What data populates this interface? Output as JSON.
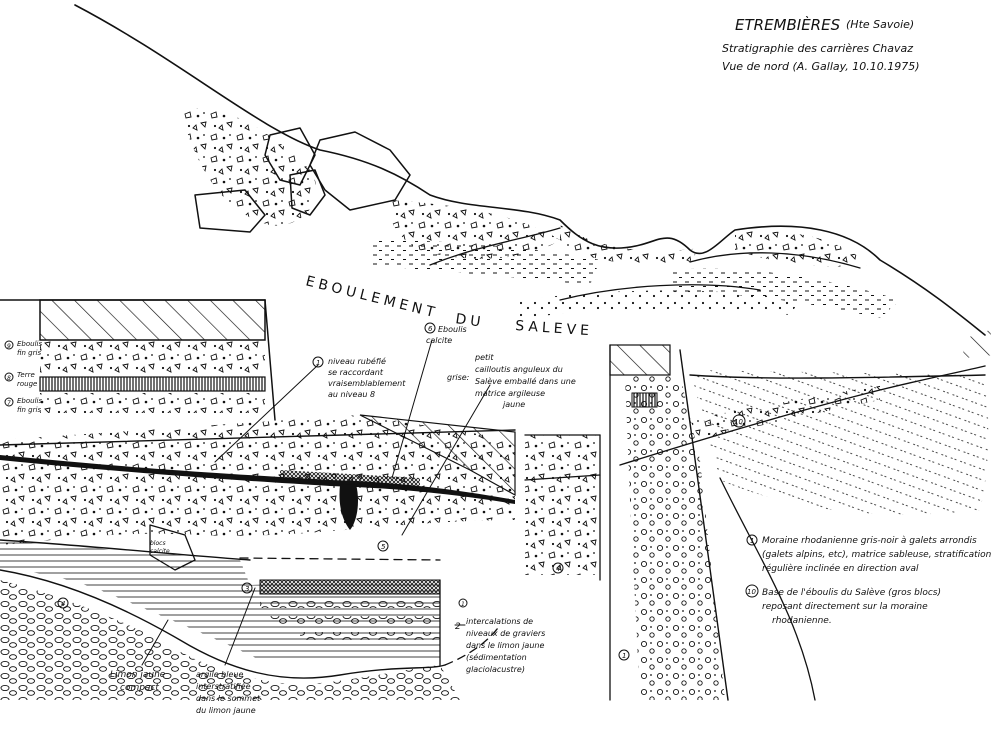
{
  "title": {
    "site": "ETREMBIÈRES",
    "region": "(Hte Savoie)",
    "line2": "Stratigraphie des carrières Chavaz",
    "line3": "Vue de nord (A. Gallay, 10.10.1975)"
  },
  "banner": {
    "part1": "EBOULEMENT",
    "part2": "DU",
    "part3": "SALEVE"
  },
  "left_profile": {
    "layer9": {
      "num": "9",
      "lines": [
        "Eboulis",
        "fin gris"
      ]
    },
    "layer8": {
      "num": "8",
      "lines": [
        "Terre",
        "rouge"
      ]
    },
    "layer7": {
      "num": "7",
      "lines": [
        "Eboulis",
        "fin gris"
      ]
    }
  },
  "annotations": {
    "n1": {
      "num": "1",
      "lines": [
        "niveau rubéfié",
        "se raccordant",
        "vraisemblablement",
        "au niveau 8"
      ]
    },
    "n6": {
      "num": "6",
      "lines": [
        "Eboulis",
        "calcite"
      ]
    },
    "petit": {
      "lines": [
        "petit",
        "cailloutis anguleux du",
        "Salève emballé dans une",
        "matrice argileuse",
        "jaune"
      ]
    },
    "grise": {
      "lines": [
        "grise:"
      ]
    },
    "blocs": {
      "lines": [
        "blocs",
        "calcite"
      ]
    },
    "n2": {
      "num": "2",
      "lines": [
        "intercalations de",
        "niveaux de graviers",
        "dans le limon jaune",
        "(sédimentation",
        "glaciolacustre)"
      ]
    },
    "limon": {
      "lines": [
        "Limon jaune",
        "compact"
      ]
    },
    "argile": {
      "lines": [
        "argile bleue",
        "interstratifiée",
        "dans le sommet",
        "du limon jaune"
      ]
    }
  },
  "markers": [
    "3",
    "4",
    "5",
    "4",
    "1",
    "10",
    "1"
  ],
  "legend": {
    "item1": {
      "num": "1",
      "lines": [
        "Moraine rhodanienne gris-noir à galets arrondis",
        "(galets alpins, etc), matrice sableuse, stratification",
        "régulière inclinée en direction aval"
      ]
    },
    "item10": {
      "num": "10",
      "lines": [
        "Base de l'éboulis du Salève (gros blocs)",
        "reposant directement sur la moraine",
        "rhodanienne."
      ]
    }
  }
}
